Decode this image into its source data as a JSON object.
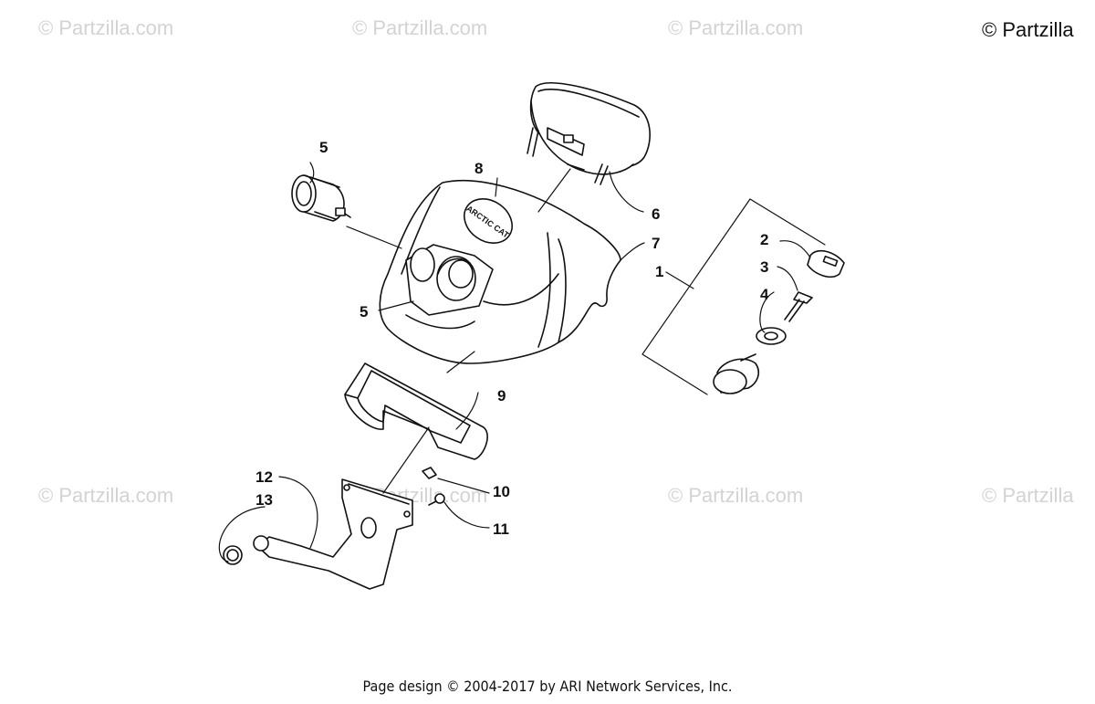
{
  "watermarks": {
    "top_1": "© Partzilla.com",
    "top_2": "© Partzilla.com",
    "top_3": "© Partzilla.com",
    "top_right": "© Partzilla",
    "mid_1": "© Partzilla.com",
    "mid_2": "© Partzilla.com",
    "mid_3": "© Partzilla.com",
    "mid_right": "© Partzilla"
  },
  "logo_text": "ARCTIC CAT",
  "callouts": {
    "c1": "1",
    "c2": "2",
    "c3": "3",
    "c4": "4",
    "c5a": "5",
    "c5b": "5",
    "c6": "6",
    "c7": "7",
    "c8": "8",
    "c9": "9",
    "c10": "10",
    "c11": "11",
    "c12": "12",
    "c13": "13"
  },
  "footer": "Page design © 2004-2017 by ARI Network Services, Inc."
}
